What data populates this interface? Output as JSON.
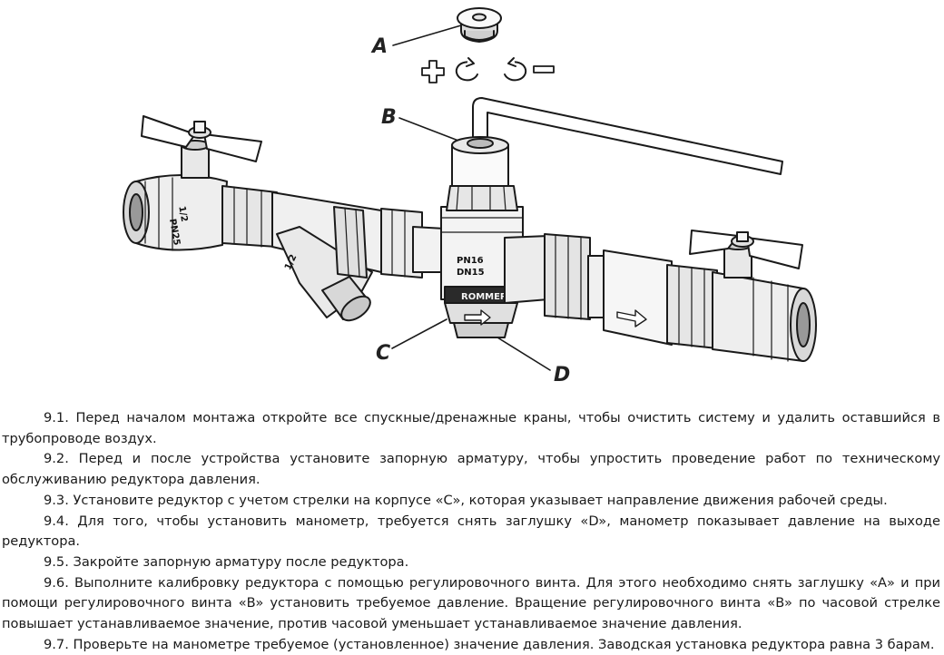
{
  "figure": {
    "labels": {
      "a": "A",
      "b": "B",
      "c": "C",
      "d": "D"
    },
    "symbols": {
      "plus": "+",
      "minus": "−"
    },
    "stamps": {
      "left_valve": "1/2",
      "left_valve_pn": "PN25",
      "filter": "1/2",
      "body_pn": "PN16",
      "body_dn": "DN15",
      "brand": "ROMMER"
    },
    "icons": [
      "plus-icon",
      "rotate-clockwise-icon",
      "rotate-counterclockwise-icon",
      "minus-icon",
      "flow-arrow-icon"
    ]
  },
  "paragraphs": [
    "9.1. Перед началом монтажа откройте все спускные/дренажные краны, чтобы очистить систему и удалить оставшийся в трубопроводе воздух.",
    "9.2. Перед и после устройства установите запорную арматуру, чтобы упростить проведение работ по техническому обслуживанию редуктора давления.",
    "9.3. Установите редуктор с учетом стрелки на корпусе «C», которая указывает направление движения рабочей среды.",
    "9.4. Для того, чтобы установить манометр, требуется снять заглушку «D», манометр показывает давление на выходе редуктора.",
    "9.5. Закройте запорную арматуру после редуктора.",
    "9.6. Выполните калибровку редуктора с помощью регулировочного винта. Для этого необходимо снять заглушку «A» и при помощи регулировочного винта «B» установить требуемое давление. Вращение регулировочного винта «B» по часовой стрелке повышает устанавливаемое значение, против часовой уменьшает устанавливаемое значение давления.",
    "9.7. Проверьте на манометре требуемое (установленное) значение давления. Заводская установка редуктора равна 3 барам."
  ]
}
